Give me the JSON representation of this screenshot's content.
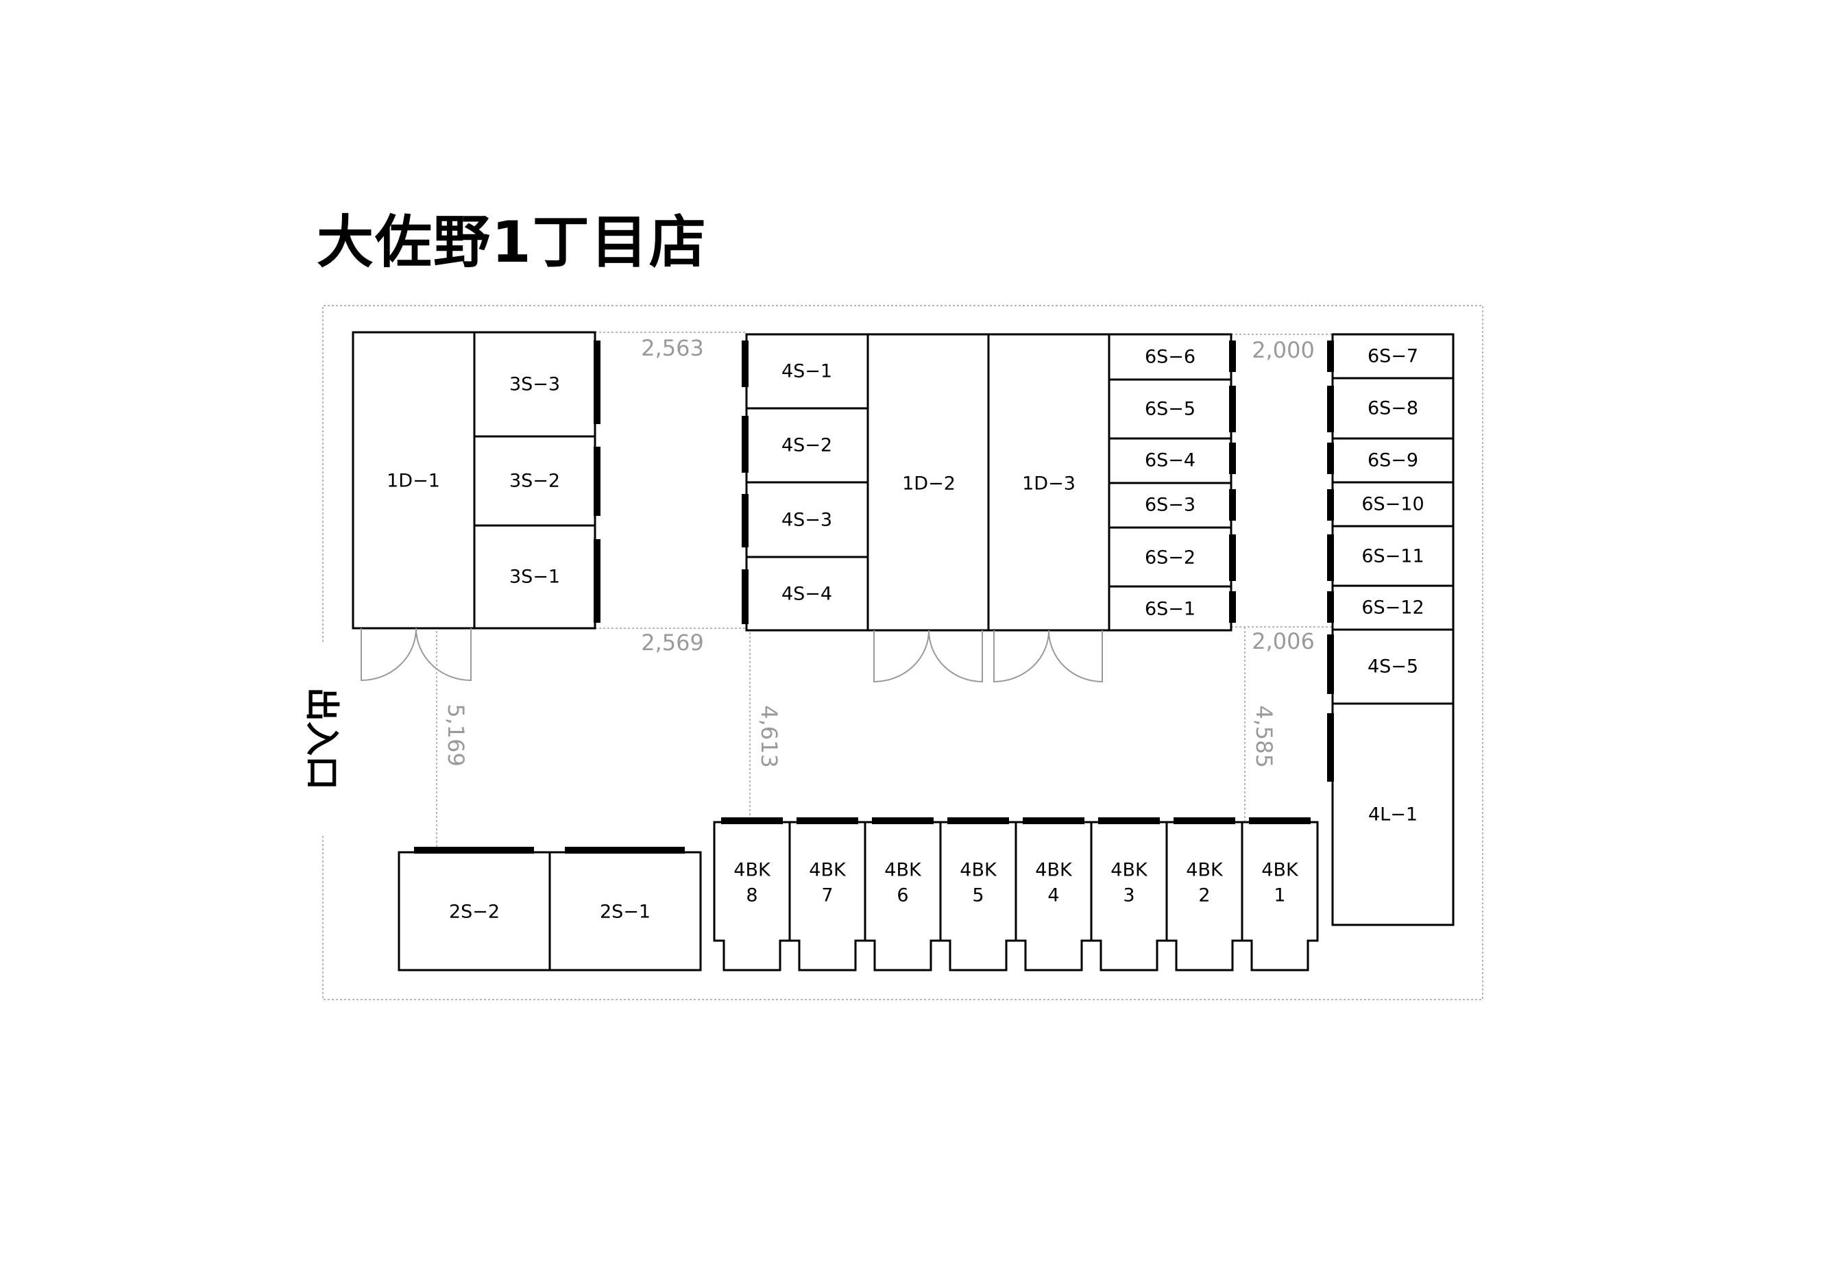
{
  "title": "大佐野1丁目店",
  "entrance_label": "出入口",
  "units": {
    "1D-1": "1D−1",
    "3S-3": "3S−3",
    "3S-2": "3S−2",
    "3S-1": "3S−1",
    "4S-1": "4S−1",
    "4S-2": "4S−2",
    "4S-3": "4S−3",
    "4S-4": "4S−4",
    "1D-2": "1D−2",
    "1D-3": "1D−3",
    "6S-6": "6S−6",
    "6S-5": "6S−5",
    "6S-4": "6S−4",
    "6S-3": "6S−3",
    "6S-2": "6S−2",
    "6S-1": "6S−1",
    "6S-7": "6S−7",
    "6S-8": "6S−8",
    "6S-9": "6S−9",
    "6S-10": "6S−10",
    "6S-11": "6S−11",
    "6S-12": "6S−12",
    "4S-5": "4S−5",
    "4L-1": "4L−1",
    "2S-2": "2S−2",
    "2S-1": "2S−1"
  },
  "bk_units": [
    {
      "top": "4BK",
      "num": "8"
    },
    {
      "top": "4BK",
      "num": "7"
    },
    {
      "top": "4BK",
      "num": "6"
    },
    {
      "top": "4BK",
      "num": "5"
    },
    {
      "top": "4BK",
      "num": "4"
    },
    {
      "top": "4BK",
      "num": "3"
    },
    {
      "top": "4BK",
      "num": "2"
    },
    {
      "top": "4BK",
      "num": "1"
    }
  ],
  "dimensions": {
    "gap_top_left": "2,563",
    "gap_bottom_left": "2,569",
    "gap_top_right": "2,000",
    "gap_bottom_right": "2,006",
    "aisle_left": "5,169",
    "aisle_mid": "4,613",
    "aisle_right": "4,585"
  }
}
